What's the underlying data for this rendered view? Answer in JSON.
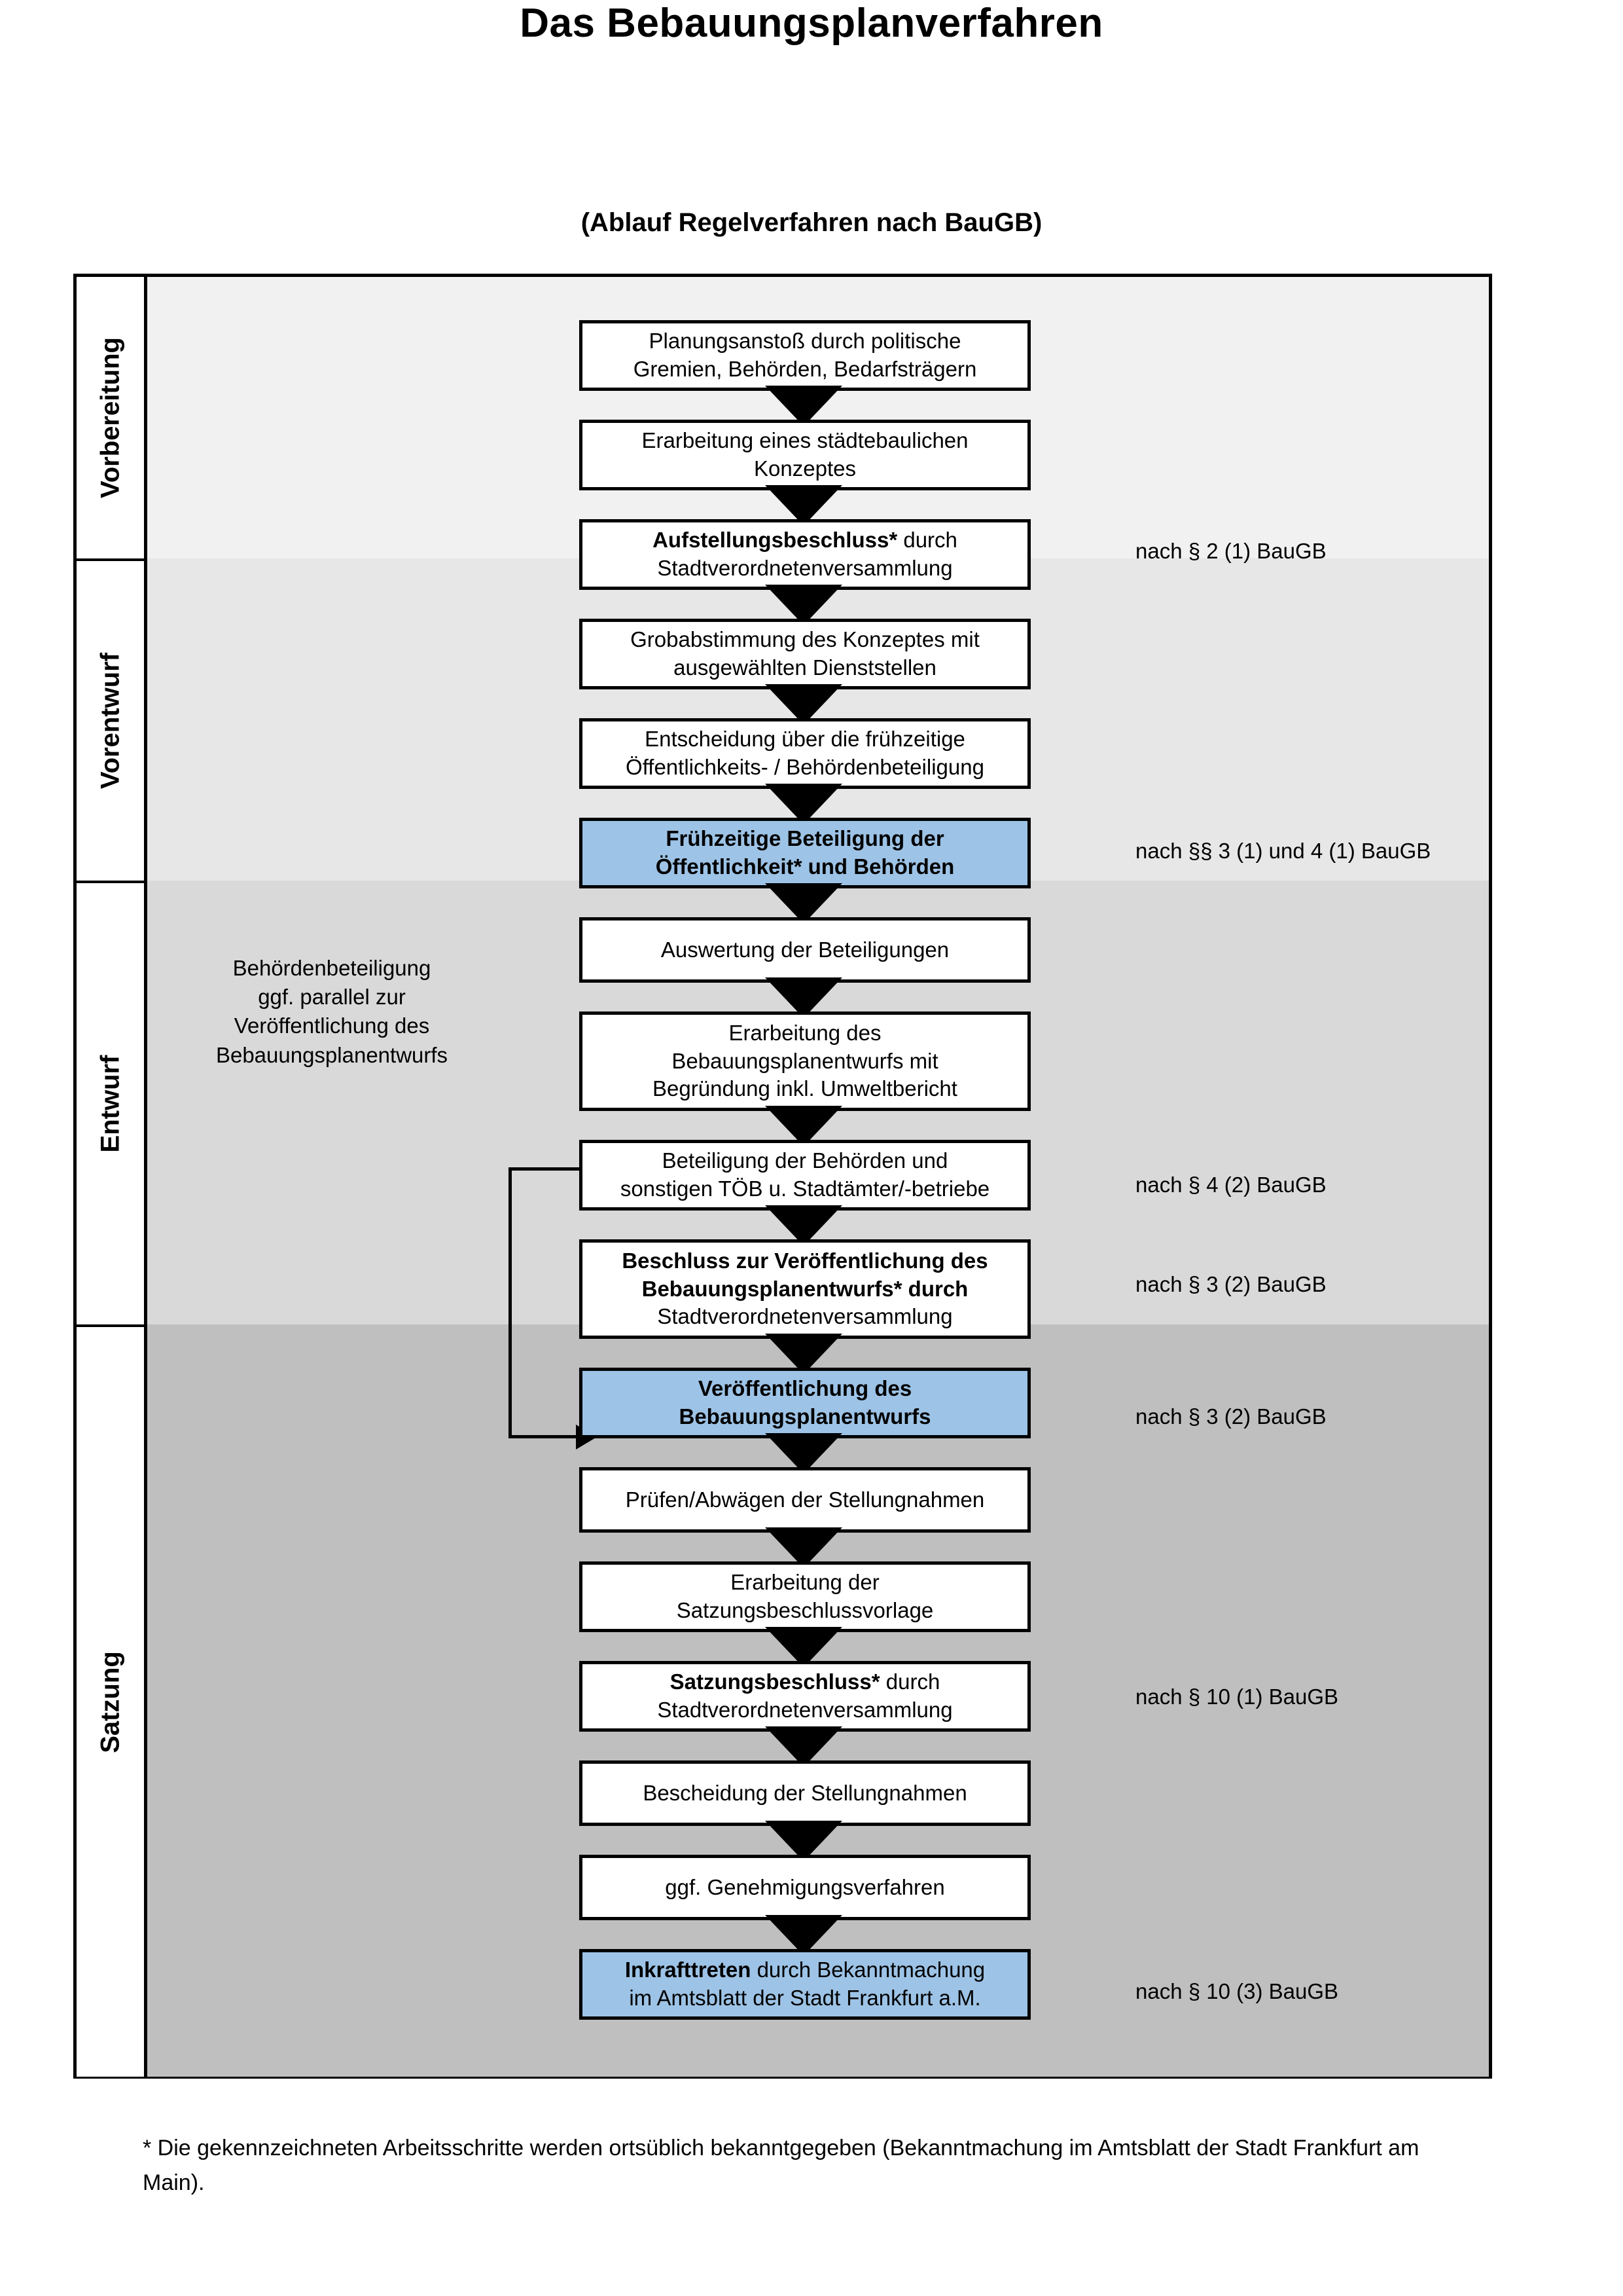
{
  "header": {
    "title": "Das Bebauungsplanverfahren",
    "subtitle": "(Ablauf Regelverfahren nach BauGB)"
  },
  "phases": [
    {
      "label": "Vorbereitung",
      "band_color": "#f1f1f1"
    },
    {
      "label": "Vorentwurf",
      "band_color": "#e7e7e7"
    },
    {
      "label": "Entwurf",
      "band_color": "#d9d9d9"
    },
    {
      "label": "Satzung",
      "band_color": "#bfbfbf"
    }
  ],
  "steps": [
    {
      "id": "s1",
      "phase": "Vorbereitung",
      "highlight": false,
      "lines": [
        "Planungsanstoß durch politische",
        "Gremien, Behörden, Bedarfsträgern"
      ]
    },
    {
      "id": "s2",
      "phase": "Vorbereitung",
      "highlight": false,
      "lines": [
        "Erarbeitung eines städtebaulichen",
        "Konzeptes"
      ]
    },
    {
      "id": "s3",
      "phase": "Vorbereitung",
      "highlight": false,
      "bold_prefix": "Aufstellungsbeschluss*",
      "rest_first_line": " durch",
      "lines": [
        "Aufstellungsbeschluss* durch",
        "Stadtverordnetenversammlung"
      ]
    },
    {
      "id": "s4",
      "phase": "Vorentwurf",
      "highlight": false,
      "lines": [
        "Grobabstimmung des Konzeptes mit",
        "ausgewählten Dienststellen"
      ]
    },
    {
      "id": "s5",
      "phase": "Vorentwurf",
      "highlight": false,
      "lines": [
        "Entscheidung über die frühzeitige",
        "Öffentlichkeits- / Behördenbeteiligung"
      ]
    },
    {
      "id": "s6",
      "phase": "Vorentwurf",
      "highlight": true,
      "lines": [
        "Frühzeitige Beteiligung der",
        "Öffentlichkeit* und Behörden"
      ]
    },
    {
      "id": "s7",
      "phase": "Entwurf",
      "highlight": false,
      "lines": [
        "Auswertung der Beteiligungen"
      ]
    },
    {
      "id": "s8",
      "phase": "Entwurf",
      "highlight": false,
      "lines": [
        "Erarbeitung des",
        "Bebauungsplanentwurfs mit",
        "Begründung inkl. Umweltbericht"
      ]
    },
    {
      "id": "s9",
      "phase": "Entwurf",
      "highlight": false,
      "lines": [
        "Beteiligung der Behörden und",
        "sonstigen TÖB u. Stadtämter/-betriebe"
      ]
    },
    {
      "id": "s10",
      "phase": "Entwurf",
      "highlight": false,
      "bold_prefix": "Beschluss zur Veröffentlichung des Bebauungsplanentwurfs*",
      "lines": [
        "Beschluss zur Veröffentlichung des",
        "Bebauungsplanentwurfs* durch",
        "Stadtverordnetenversammlung"
      ]
    },
    {
      "id": "s11",
      "phase": "Entwurf",
      "highlight": true,
      "lines": [
        "Veröffentlichung des",
        "Bebauungsplanentwurfs"
      ]
    },
    {
      "id": "s12",
      "phase": "Satzung",
      "highlight": false,
      "lines": [
        "Prüfen/Abwägen der Stellungnahmen"
      ]
    },
    {
      "id": "s13",
      "phase": "Satzung",
      "highlight": false,
      "lines": [
        "Erarbeitung der",
        "Satzungsbeschlussvorlage"
      ]
    },
    {
      "id": "s14",
      "phase": "Satzung",
      "highlight": false,
      "bold_prefix": "Satzungsbeschluss*",
      "lines": [
        "Satzungsbeschluss* durch",
        "Stadtverordnetenversammlung"
      ]
    },
    {
      "id": "s15",
      "phase": "Satzung",
      "highlight": false,
      "lines": [
        "Bescheidung der Stellungnahmen"
      ]
    },
    {
      "id": "s16",
      "phase": "Satzung",
      "highlight": false,
      "lines": [
        "ggf. Genehmigungsverfahren"
      ]
    },
    {
      "id": "s17",
      "phase": "Satzung",
      "highlight": true,
      "bold_prefix": "Inkrafttreten",
      "lines": [
        "Inkrafttreten durch Bekanntmachung",
        "im Amtsblatt der Stadt Frankfurt a.M."
      ]
    }
  ],
  "legal_notes": [
    {
      "id": "n1",
      "text": "nach § 2 (1) BauGB"
    },
    {
      "id": "n2",
      "text": "nach §§ 3 (1) und 4 (1) BauGB"
    },
    {
      "id": "n3",
      "text": "nach § 4 (2) BauGB"
    },
    {
      "id": "n4",
      "text": "nach § 3 (2) BauGB"
    },
    {
      "id": "n5",
      "text": "nach § 3 (2) BauGB"
    },
    {
      "id": "n6",
      "text": "nach § 10 (1) BauGB"
    },
    {
      "id": "n7",
      "text": "nach § 10 (3) BauGB"
    }
  ],
  "side_note": {
    "lines": [
      "Behördenbeteiligung",
      "ggf. parallel zur",
      "Veröffentlichung des",
      "Bebauungsplanentwurfs"
    ]
  },
  "footnote": {
    "text": "* Die gekennzeichneten Arbeitsschritte werden ortsüblich bekanntgegeben (Bekanntmachung im Amtsblatt  der Stadt Frankfurt am Main)."
  },
  "colors": {
    "highlight_blue": "#9dc3e6",
    "border_black": "#000000"
  }
}
